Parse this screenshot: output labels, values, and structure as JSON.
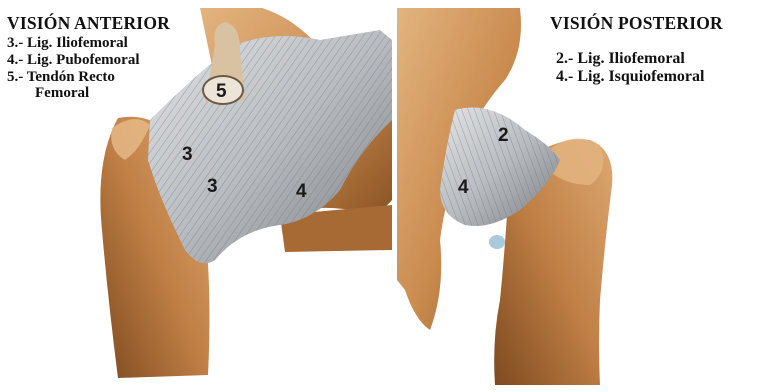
{
  "anterior": {
    "title": "VISIÓN ANTERIOR",
    "items": [
      {
        "label": "3.- Lig. Iliofemoral"
      },
      {
        "label": "4.- Lig. Pubofemoral"
      },
      {
        "label": "5.- Tendón Recto",
        "continuation": "Femoral"
      }
    ],
    "markers": [
      "5",
      "3",
      "3",
      "4"
    ]
  },
  "posterior": {
    "title": "VISIÓN POSTERIOR",
    "items": [
      {
        "label": "2.- Lig. Iliofemoral"
      },
      {
        "label": "4.- Lig. Isquiofemoral"
      }
    ],
    "markers": [
      "2",
      "4"
    ]
  },
  "colors": {
    "bone": "#c98a4e",
    "bone_dark": "#8a5424",
    "bone_light": "#e0b07a",
    "ligament": "#b9bcc0",
    "ligament_light": "#dfe1e3",
    "ligament_dark": "#6f7378",
    "text": "#111111"
  }
}
